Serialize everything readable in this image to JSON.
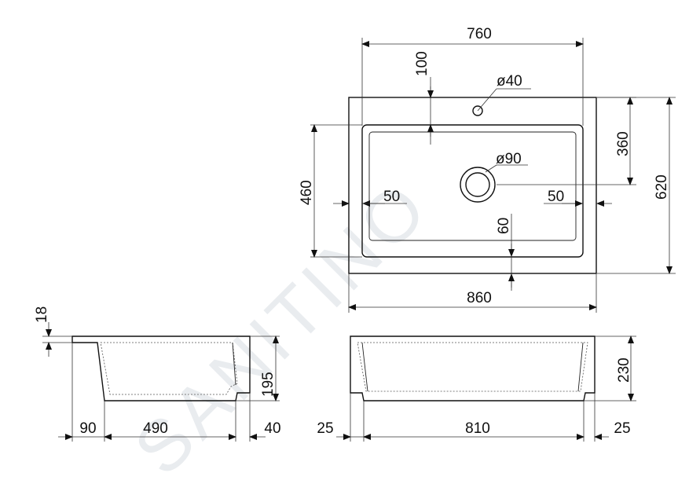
{
  "watermark": "SANITINO",
  "colors": {
    "line": "#111111",
    "text": "#111111",
    "watermark": "#e9ecef",
    "background": "#ffffff"
  },
  "top_view": {
    "width_outer": "860",
    "width_inner": "760",
    "depth_outer": "620",
    "depth_inner": "460",
    "back_margin": "100",
    "front_margin": "60",
    "side_margin_left": "50",
    "side_margin_right": "50",
    "drain_offset": "360",
    "tap_hole": "ø40",
    "drain_hole": "ø90"
  },
  "side_view": {
    "rim_thickness": "18",
    "height": "195",
    "segment_back": "90",
    "segment_middle": "490",
    "segment_front": "40"
  },
  "front_view": {
    "height": "230",
    "offset_left": "25",
    "bottom_width": "810",
    "offset_right": "25"
  }
}
